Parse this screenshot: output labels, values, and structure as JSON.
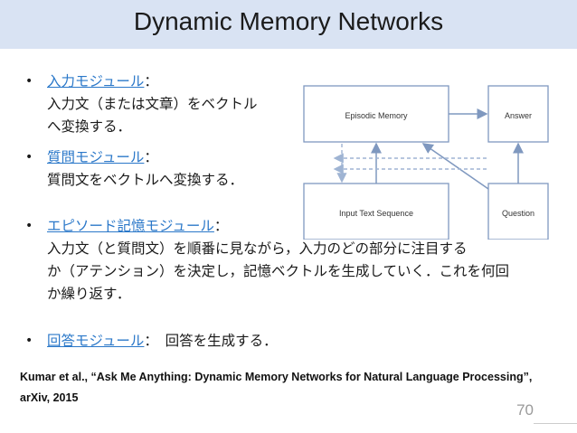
{
  "title": "Dynamic Memory Networks",
  "bullets": [
    {
      "link": "入力モジュール",
      "colon": "：",
      "lines": [
        "入力文（または文章）をベクトル",
        "へ変換する．"
      ]
    },
    {
      "link": "質問モジュール",
      "colon": "：",
      "lines": [
        "質問文をベクトルへ変換する．"
      ]
    },
    {
      "link": "エピソード記憶モジュール",
      "colon": "：",
      "lines": [
        "入力文（と質問文）を順番に見ながら，入力のどの部分に注目する",
        "か（アテンション）を決定し，記憶ベクトルを生成していく．これを何回",
        "か繰り返す．"
      ]
    },
    {
      "link": "回答モジュール",
      "colon": "：　回答を生成する．",
      "lines": []
    }
  ],
  "diagram": {
    "episodic": "Episodic Memory",
    "answer": "Answer",
    "input": "Input Text Sequence",
    "question": "Question",
    "colors": {
      "box": "#7f98bf",
      "arrow": "#7f98bf",
      "dashed": "#9fb4d3"
    }
  },
  "reference": {
    "line1": "Kumar et al., “Ask Me Anything: Dynamic Memory Networks for Natural Language Processing”,",
    "line2": "arXiv, 2015"
  },
  "page_number": "70"
}
